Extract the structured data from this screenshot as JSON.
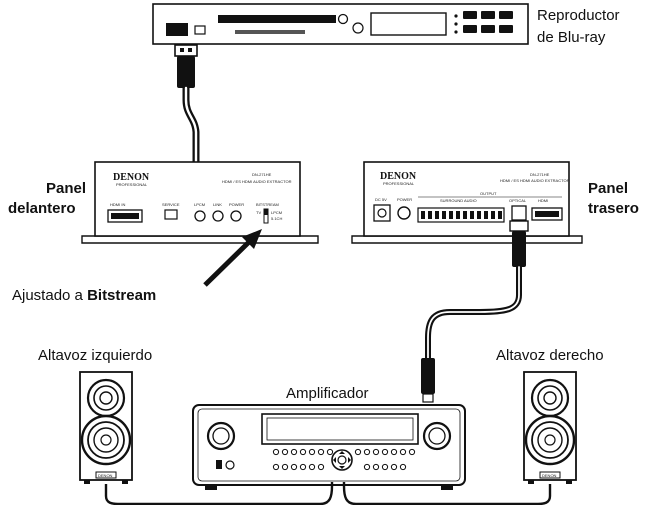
{
  "labels": {
    "bluray_line1": "Reproductor",
    "bluray_line2": "de Blu-ray",
    "front_panel_line1": "Panel",
    "front_panel_line2": "delantero",
    "rear_panel_line1": "Panel",
    "rear_panel_line2": "trasero",
    "set_to_prefix": "Ajustado a ",
    "set_to_value": "Bitstream",
    "left_speaker": "Altavoz izquierdo",
    "right_speaker": "Altavoz derecho",
    "amplifier": "Amplificador"
  },
  "device_text": {
    "brand": "DENON",
    "brand_sub": "PROFESSIONAL",
    "model": "DN-271HE",
    "model_sub": "HDMI / ES HDMI AUDIO EXTRACTOR",
    "front_hdmi_in": "HDMI IN",
    "front_service": "SERVICE",
    "front_lpcm": "LPCM",
    "front_link": "LINK",
    "front_power": "POWER",
    "front_bitstream": "BITSTREAM",
    "front_tv": "TV",
    "front_lpcm_sw": "LPCM",
    "front_51ch": "5.1CH",
    "rear_dc": "DC 5V",
    "rear_power": "POWER",
    "rear_output": "OUTPUT",
    "rear_surround": "SURROUND AUDIO",
    "rear_optical": "OPTICAL",
    "rear_hdmi": "HDMI",
    "speaker_badge": "DENON"
  }
}
